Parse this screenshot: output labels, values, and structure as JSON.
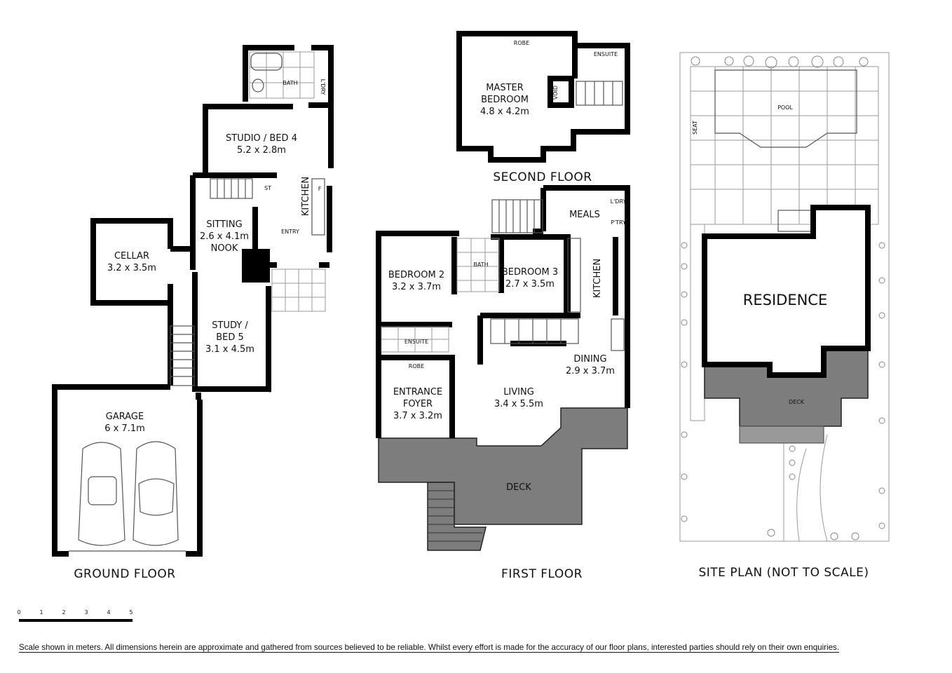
{
  "titles": {
    "ground": "GROUND FLOOR",
    "first": "FIRST FLOOR",
    "second": "SECOND FLOOR",
    "site": "SITE PLAN (NOT TO SCALE)"
  },
  "ground_floor": {
    "bath": "BATH",
    "ldry": "L'DRY",
    "studio": {
      "name": "STUDIO / BED 4",
      "dims": "5.2 x 2.8m"
    },
    "st": "ST",
    "kitchen": "KITCHEN",
    "f": "F",
    "sitting": {
      "name": "SITTING",
      "dims": "2.6 x 4.1m",
      "name2": "NOOK"
    },
    "entry": "ENTRY",
    "cellar": {
      "name": "CELLAR",
      "dims": "3.2 x 3.5m"
    },
    "study": {
      "name": "STUDY /",
      "name2": "BED 5",
      "dims": "3.1 x 4.5m"
    },
    "garage": {
      "name": "GARAGE",
      "dims": "6 x 7.1m"
    }
  },
  "second_floor": {
    "robe": "ROBE",
    "ensuite": "ENSUITE",
    "void": "VOID",
    "master": {
      "name": "MASTER",
      "name2": "BEDROOM",
      "dims": "4.8 x 4.2m"
    }
  },
  "first_floor": {
    "meals": "MEALS",
    "ldry": "L'DRY",
    "ptry": "P'TRY",
    "bedroom2": {
      "name": "BEDROOM 2",
      "dims": "3.2 x 3.7m"
    },
    "bath": "BATH",
    "bedroom3": {
      "name": "BEDROOM 3",
      "dims": "2.7 x 3.5m"
    },
    "kitchen": "KITCHEN",
    "ensuite": "ENSUITE",
    "robe": "ROBE",
    "dining": {
      "name": "DINING",
      "dims": "2.9 x 3.7m"
    },
    "entrance": {
      "name": "ENTRANCE",
      "name2": "FOYER",
      "dims": "3.7 x 3.2m"
    },
    "living": {
      "name": "LIVING",
      "dims": "3.4 x 5.5m"
    },
    "deck": "DECK"
  },
  "site_plan": {
    "pool": "POOL",
    "seat": "SEAT",
    "residence": "RESIDENCE",
    "deck": "DECK"
  },
  "scale_bar": {
    "ticks": [
      "0",
      "1",
      "2",
      "3",
      "4",
      "5"
    ],
    "unit": "meters"
  },
  "disclaimer": "Scale shown in meters. All dimensions herein are approximate and gathered from sources believed to be  reliable. Whilst every effort is made for the accuracy of our floor plans, interested parties should rely on their own enquiries.",
  "colors": {
    "walls": "#000000",
    "deck": "#7d7d7d",
    "site_lines": "#999999"
  }
}
